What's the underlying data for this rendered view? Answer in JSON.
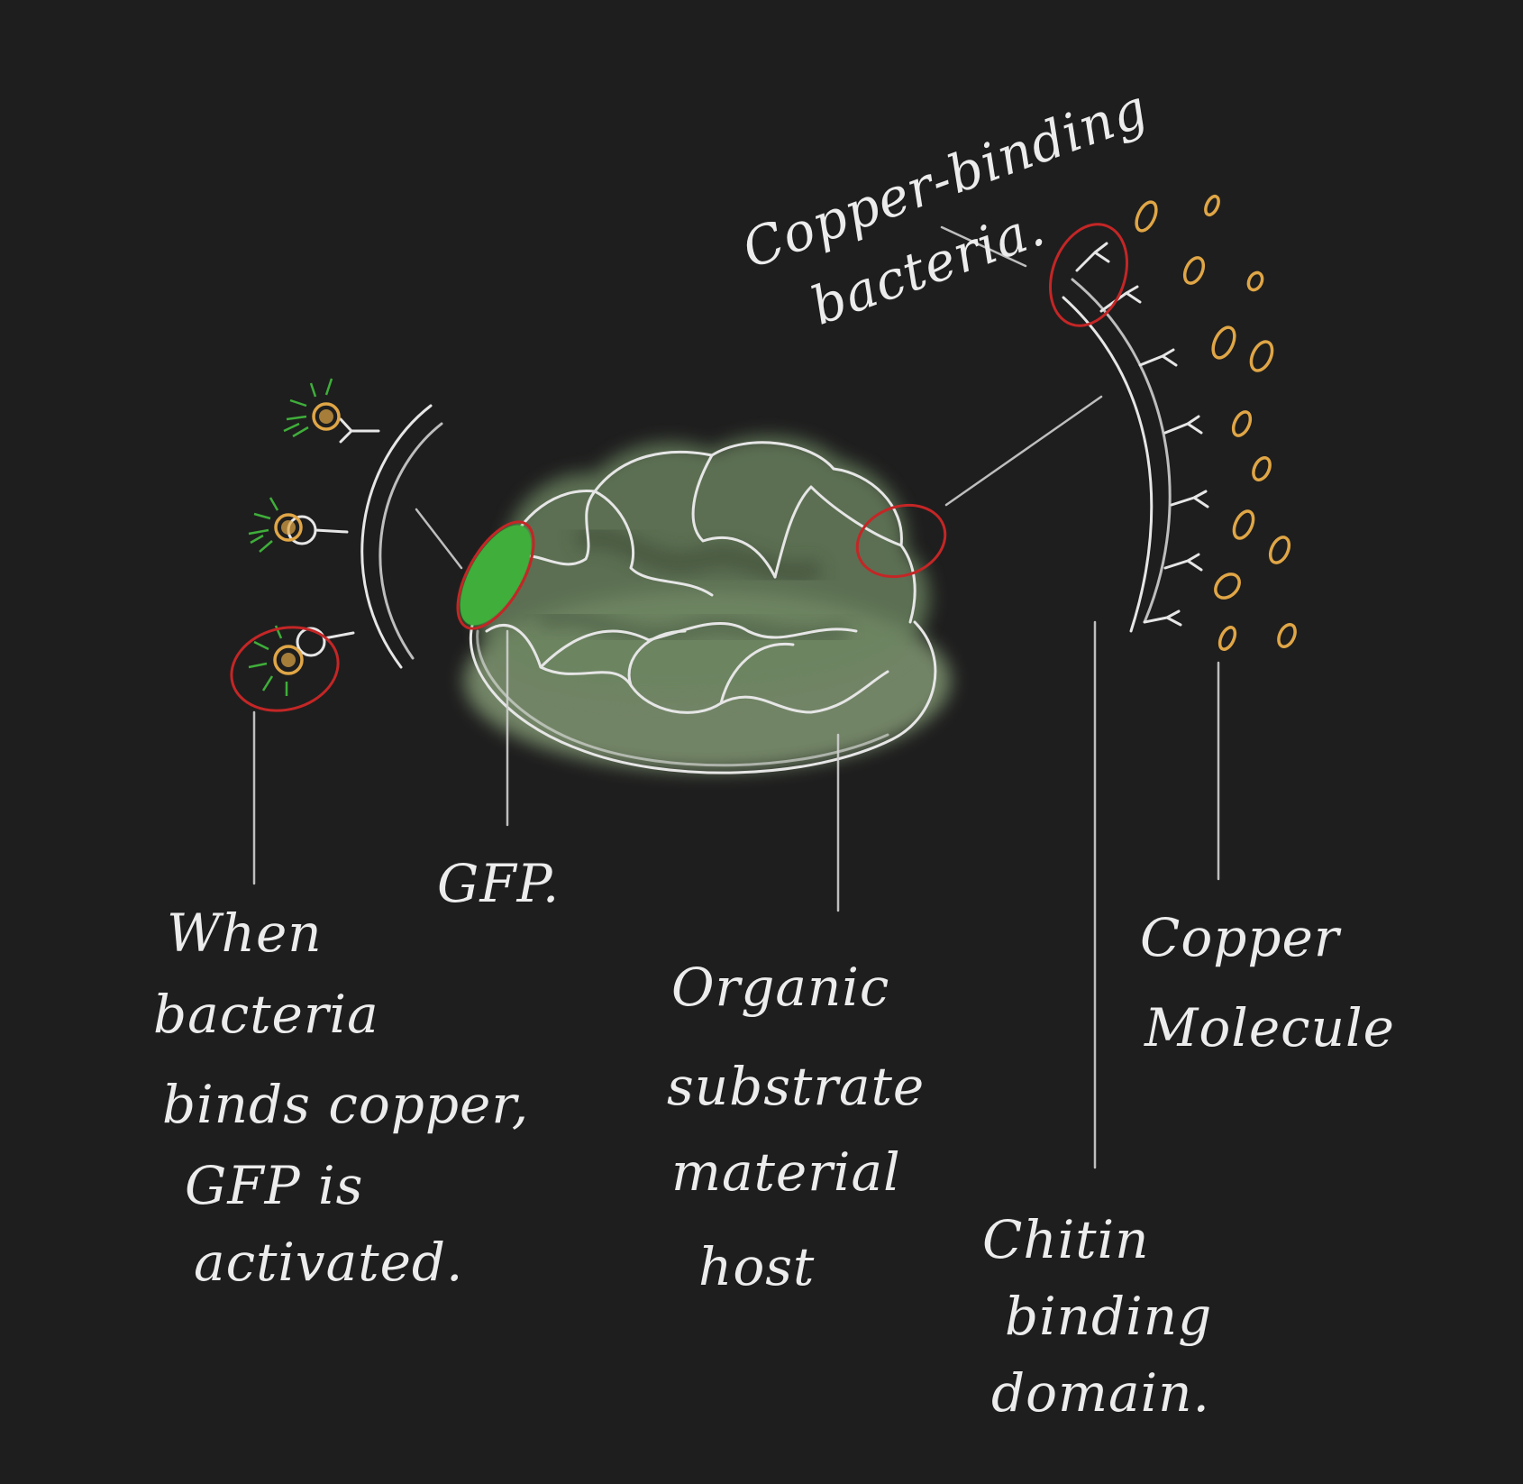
{
  "labels": {
    "copper_binding_bacteria_line1": "Copper-binding",
    "copper_binding_bacteria_line2": "bacteria.",
    "gfp": "GFP.",
    "when_line1": "When",
    "when_line2": "bacteria",
    "when_line3": "binds copper,",
    "when_line4": "GFP is",
    "when_line5": "activated.",
    "organic_line1": "Organic",
    "organic_line2": "substrate",
    "organic_line3": "material",
    "organic_line4": "host",
    "chitin_line1": "Chitin",
    "chitin_line2": "binding",
    "chitin_line3": "domain.",
    "copper_line1": "Copper",
    "copper_line2": "Molecule"
  },
  "colors": {
    "background": "#1e1e1e",
    "chalk": "#e6e6e6",
    "highlight_ring": "#c42626",
    "copper": "#e0a646",
    "gfp_green": "#3fae3a",
    "substrate_green": "#8fa77f"
  }
}
